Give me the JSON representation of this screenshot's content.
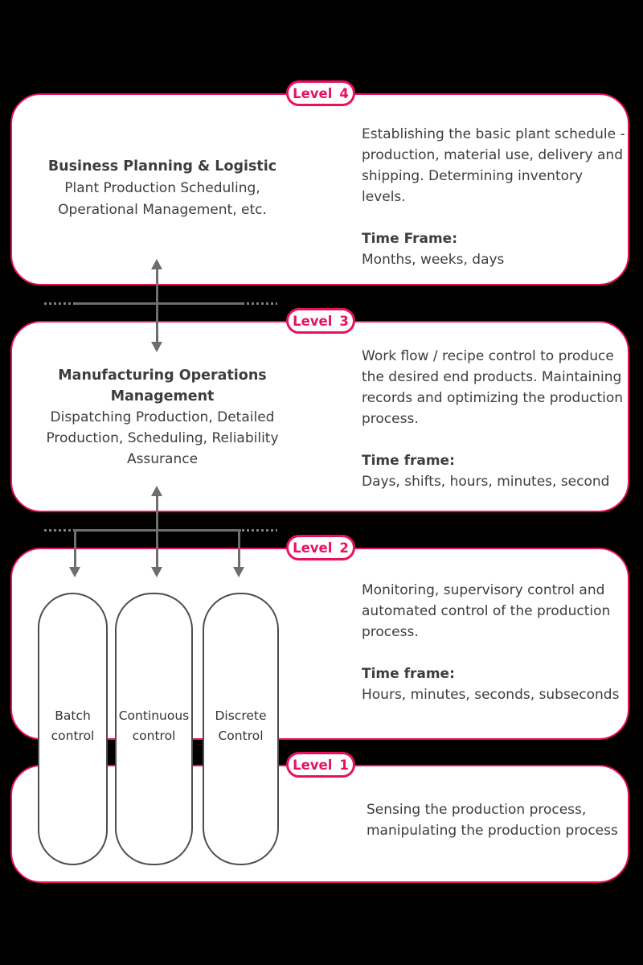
{
  "colors": {
    "background": "#000000",
    "box_fill": "#ffffff",
    "accent_pink": "#e8115f",
    "connector_gray": "#6e6e6e",
    "dot_gray": "#7f7f7f",
    "text_gray": "#3d3d3d",
    "pill_border_gray": "#4d4d4d"
  },
  "icons": {
    "up_down_arrow": "vertical double-headed arrow connector",
    "down_arrow": "downward arrow connector",
    "dotted_divider": "dotted horizontal divider line"
  },
  "levels": [
    {
      "badge_label": "Level",
      "badge_number": "4",
      "left": {
        "title": "Business Planning & Logistic",
        "lines": [
          "Plant Production Scheduling,",
          "Operational Management, etc."
        ]
      },
      "right": {
        "desc": [
          "Establishing the basic plant schedule -",
          "production, material use, delivery and",
          "shipping. Determining inventory levels."
        ],
        "tf_label": "Time Frame:",
        "tf_value": "Months, weeks, days"
      }
    },
    {
      "badge_label": "Level",
      "badge_number": "3",
      "left": {
        "title_lines": [
          "Manufacturing Operations",
          "Management"
        ],
        "lines": [
          "Dispatching Production, Detailed",
          "Production, Scheduling, Reliability",
          "Assurance"
        ]
      },
      "right": {
        "desc": [
          "Work flow / recipe control to produce",
          "the desired end products. Maintaining",
          "records and optimizing the production",
          "process."
        ],
        "tf_label": "Time frame:",
        "tf_value": "Days, shifts, hours, minutes, second"
      }
    },
    {
      "badge_label": "Level",
      "badge_number": "2",
      "right": {
        "desc": [
          "Monitoring, supervisory control and",
          "automated control of the production",
          "process."
        ],
        "tf_label": "Time frame:",
        "tf_value": "Hours, minutes, seconds, subseconds"
      },
      "pills": [
        {
          "line1": "Batch",
          "line2": "control"
        },
        {
          "line1": "Continuous",
          "line2": "control"
        },
        {
          "line1": "Discrete",
          "line2": "Control"
        }
      ]
    },
    {
      "badge_label": "Level",
      "badge_number": "1",
      "right": {
        "desc": [
          "Sensing the production process,",
          "manipulating the production process"
        ]
      }
    }
  ]
}
